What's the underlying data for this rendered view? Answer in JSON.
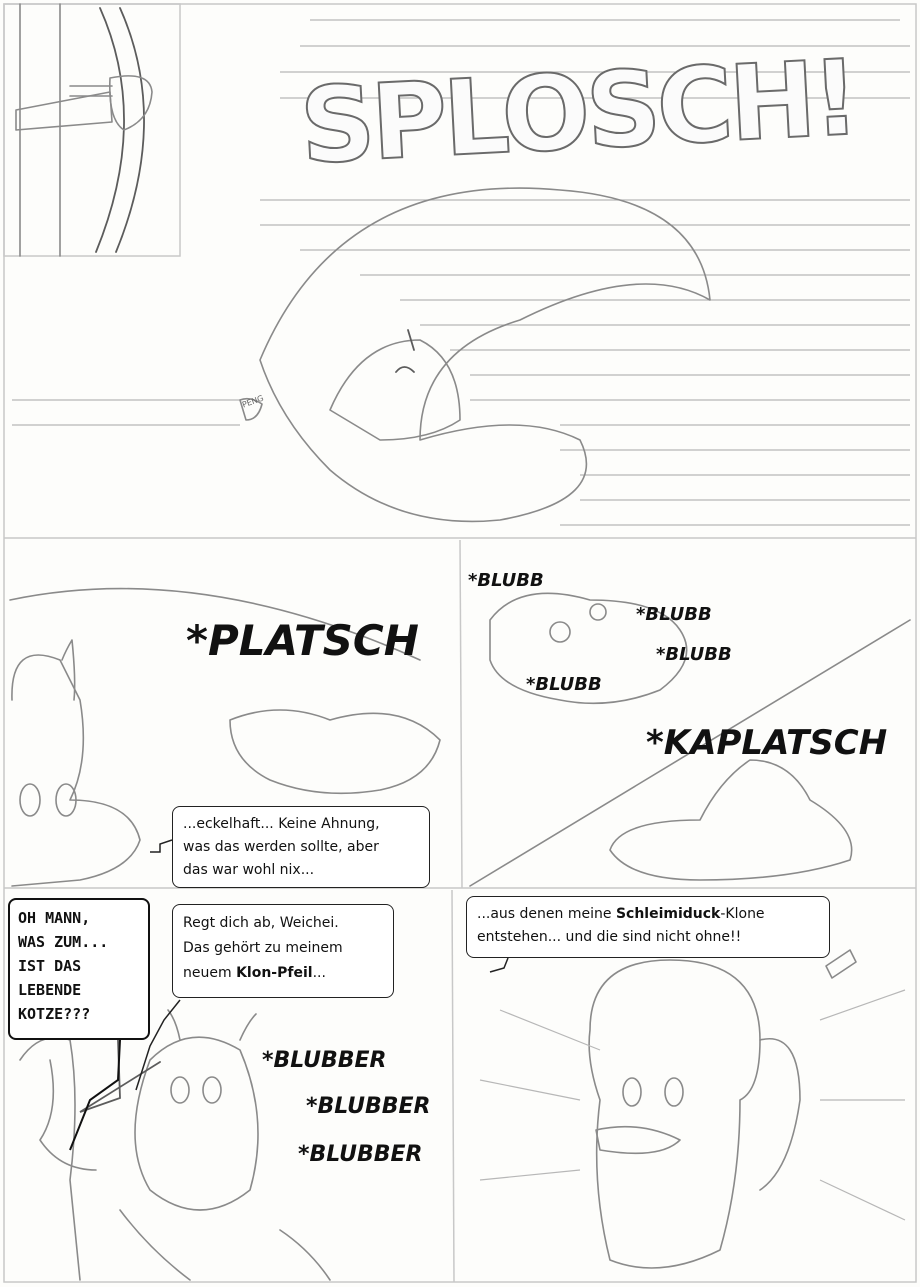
{
  "sound_effects": {
    "splosch": "SPLOSCH!",
    "peng": "PENG",
    "platsch": "*PLATSCH",
    "blubb_1": "*BLUBB",
    "blubb_2": "*BLUBB",
    "blubb_3": "*BLUBB",
    "blubb_4": "*BLUBB",
    "kaplatsch": "*KAPLATSCH",
    "blubber_1": "*BLUBBER",
    "blubber_2": "*BLUBBER",
    "blubber_3": "*BLUBBER"
  },
  "bubbles": {
    "eckelhaft": {
      "line1": "...eckelhaft... Keine Ahnung,",
      "line2": "was das werden sollte, aber",
      "line3": "das war wohl nix..."
    },
    "oh_mann": {
      "line1": "OH MANN,",
      "line2": "WAS ZUM...",
      "line3": "IST DAS",
      "line4": "LEBENDE",
      "line5": "KOTZE???"
    },
    "weichei": {
      "line1": "Regt dich ab, Weichei.",
      "line2": "Das gehört zu meinem",
      "line3_pre": "neuem ",
      "line3_bold": "Klon-Pfeil",
      "line3_post": "..."
    },
    "klone": {
      "line1_pre": "...aus denen meine ",
      "line1_bold": "Schleimiduck",
      "line1_post": "-Klone",
      "line2": "entstehen... und die sind nicht ohne!!"
    }
  },
  "colors": {
    "paper": "#fdfdfb",
    "pencil": "#8a8a8a",
    "ink": "#111111"
  }
}
